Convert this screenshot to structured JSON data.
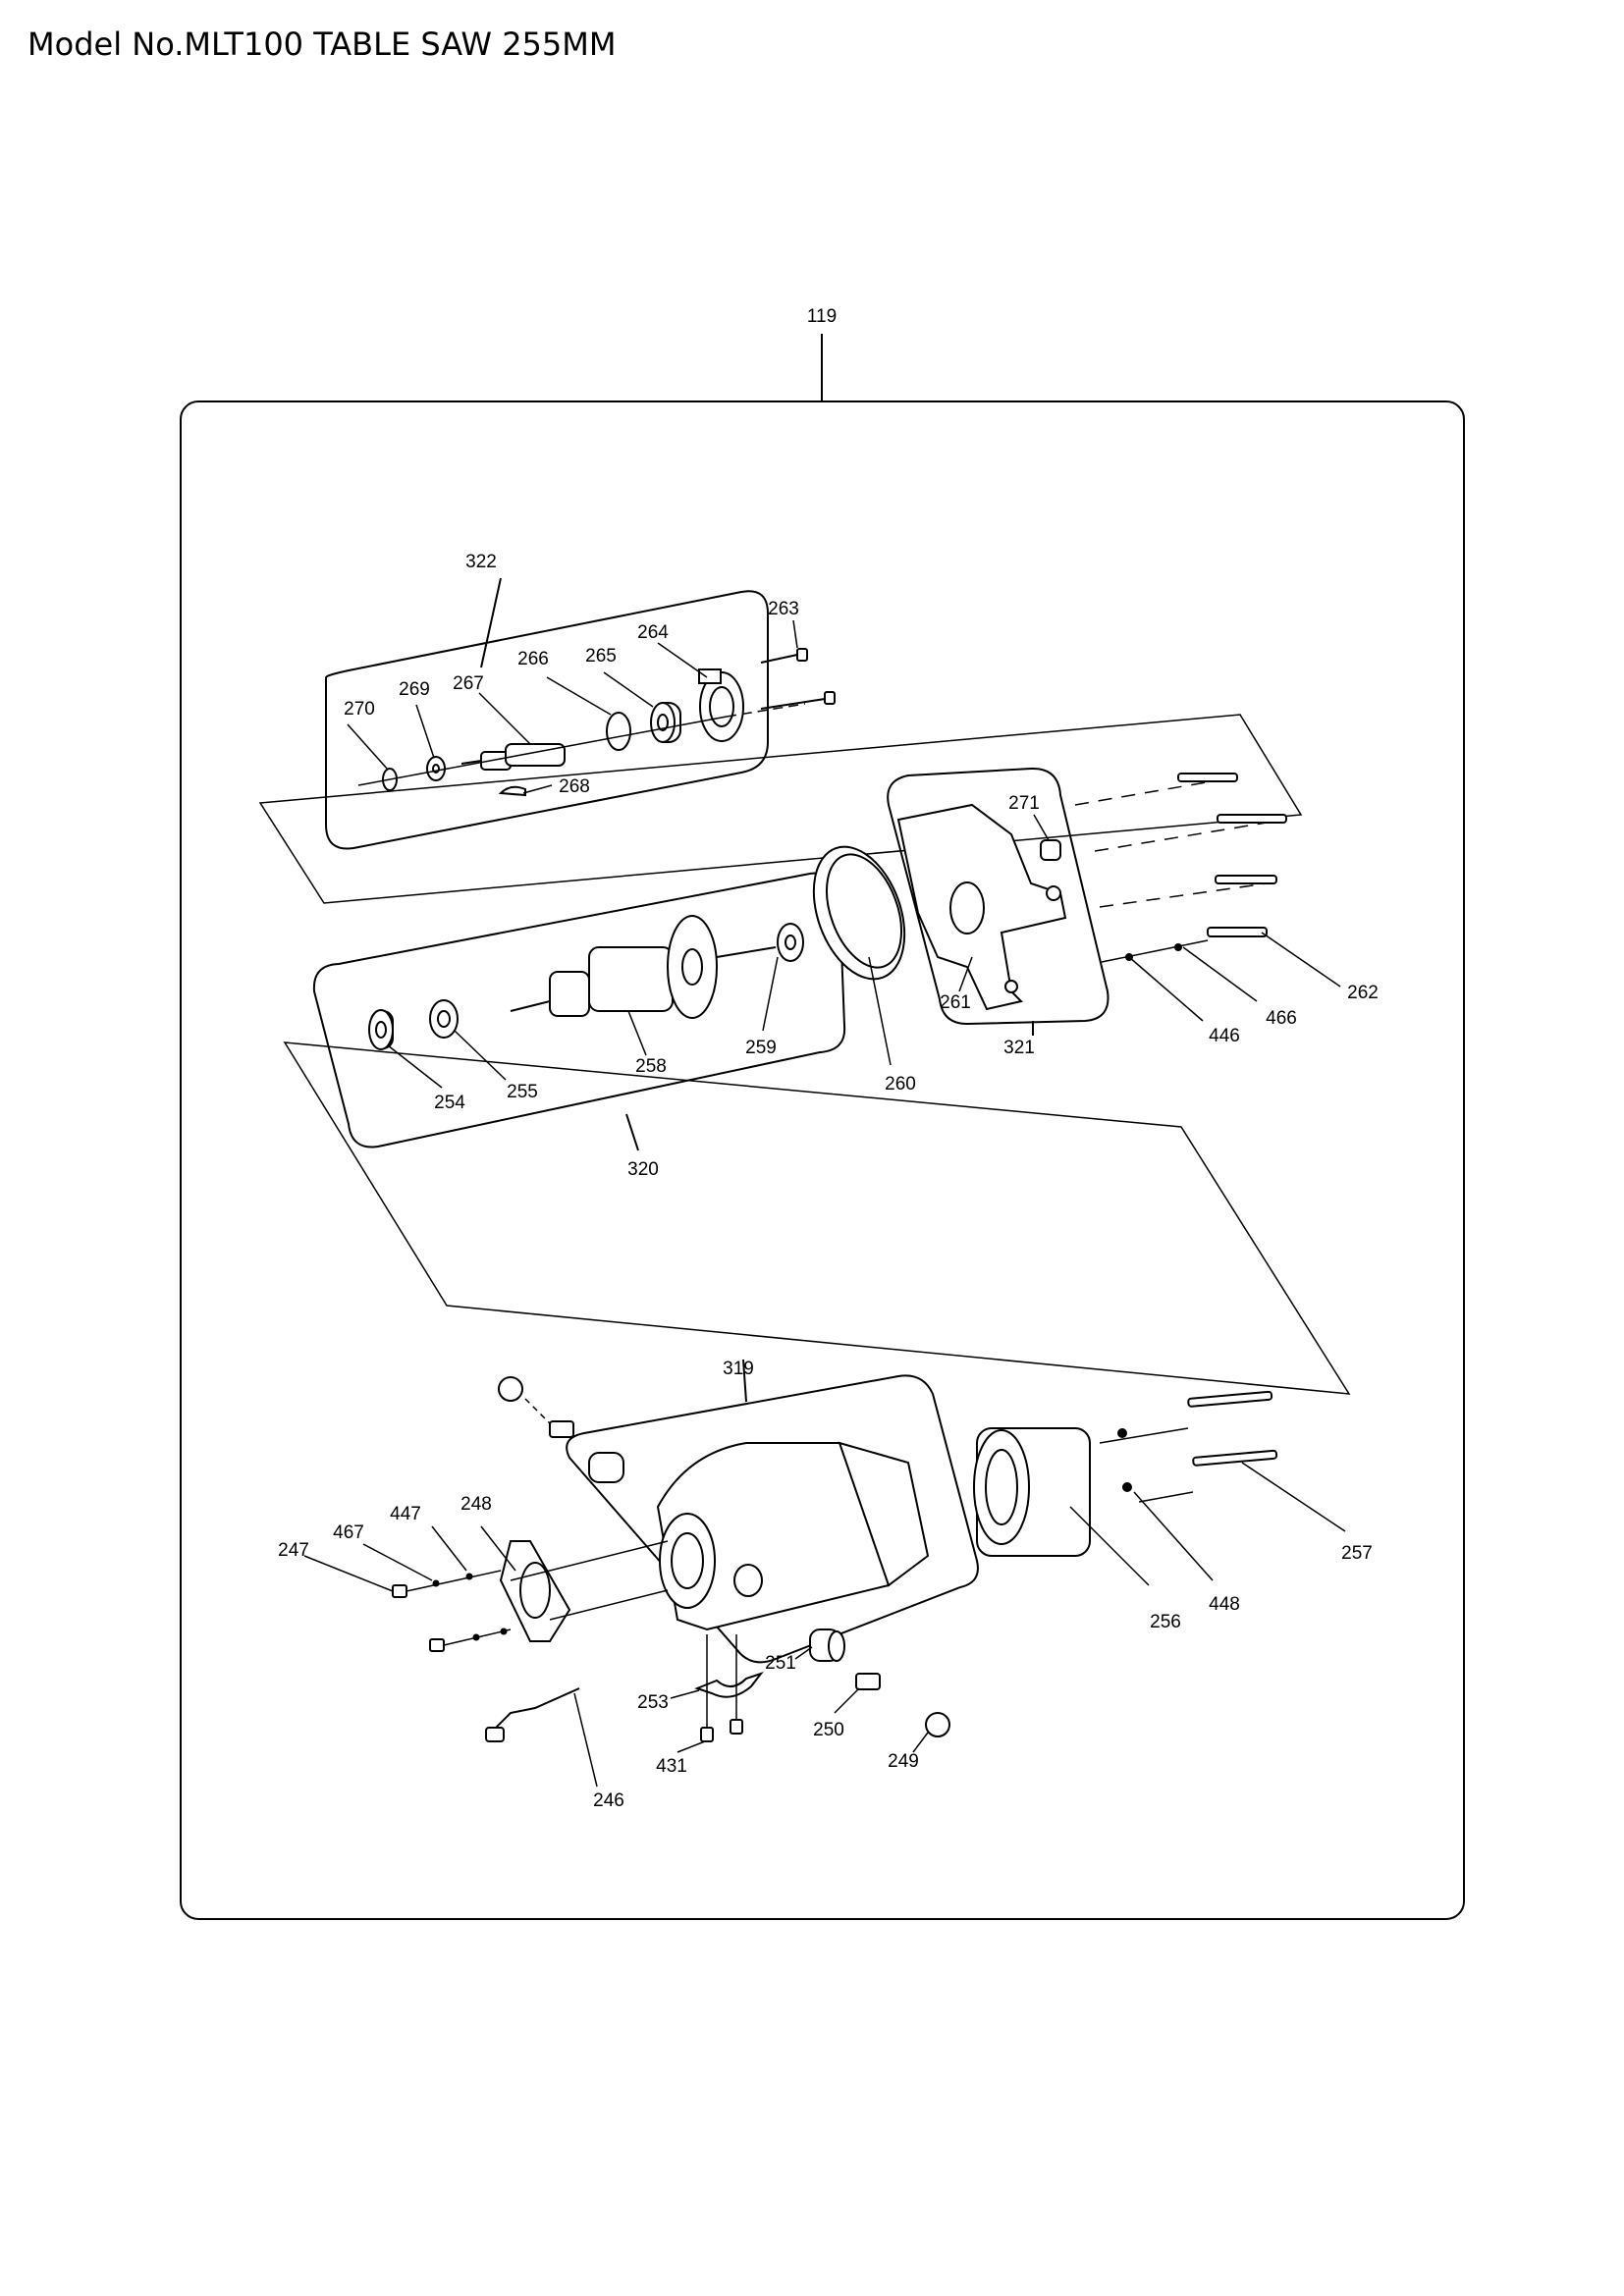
{
  "title": "Model No.MLT100 TABLE SAW 255MM",
  "labels": {
    "p119": "119",
    "p322": "322",
    "p263": "263",
    "p264": "264",
    "p265": "265",
    "p266": "266",
    "p267": "267",
    "p268": "268",
    "p269": "269",
    "p270": "270",
    "p271": "271",
    "p261": "261",
    "p321": "321",
    "p262": "262",
    "p466": "466",
    "p446": "446",
    "p260": "260",
    "p259": "259",
    "p258": "258",
    "p255": "255",
    "p254": "254",
    "p320": "320",
    "p319": "319",
    "p248": "248",
    "p447": "447",
    "p467": "467",
    "p247": "247",
    "p251": "251",
    "p253": "253",
    "p250": "250",
    "p249": "249",
    "p431": "431",
    "p246": "246",
    "p256": "256",
    "p448": "448",
    "p257": "257"
  }
}
